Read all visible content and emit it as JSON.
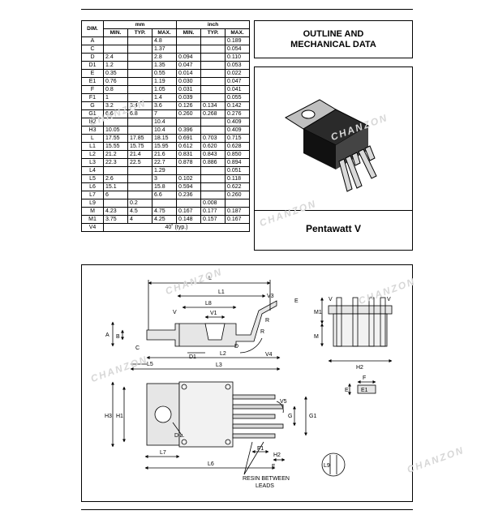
{
  "table": {
    "header": {
      "dim": "DIM.",
      "mm": "mm",
      "inch": "inch",
      "sub": [
        "MIN.",
        "TYP.",
        "MAX.",
        "MIN.",
        "TYP.",
        "MAX."
      ]
    },
    "rows": [
      [
        "A",
        "",
        "",
        "4.8",
        "",
        "",
        "0.189"
      ],
      [
        "C",
        "",
        "",
        "1.37",
        "",
        "",
        "0.054"
      ],
      [
        "D",
        "2.4",
        "",
        "2.8",
        "0.094",
        "",
        "0.110"
      ],
      [
        "D1",
        "1.2",
        "",
        "1.35",
        "0.047",
        "",
        "0.053"
      ],
      [
        "E",
        "0.35",
        "",
        "0.55",
        "0.014",
        "",
        "0.022"
      ],
      [
        "E1",
        "0.76",
        "",
        "1.19",
        "0.030",
        "",
        "0.047"
      ],
      [
        "F",
        "0.8",
        "",
        "1.05",
        "0.031",
        "",
        "0.041"
      ],
      [
        "F1",
        "1",
        "",
        "1.4",
        "0.039",
        "",
        "0.055"
      ],
      [
        "G",
        "3.2",
        "3.4",
        "3.6",
        "0.126",
        "0.134",
        "0.142"
      ],
      [
        "G1",
        "6.6",
        "6.8",
        "7",
        "0.260",
        "0.268",
        "0.276"
      ],
      [
        "H2",
        "",
        "",
        "10.4",
        "",
        "",
        "0.409"
      ],
      [
        "H3",
        "10.05",
        "",
        "10.4",
        "0.396",
        "",
        "0.409"
      ],
      [
        "L",
        "17.55",
        "17.85",
        "18.15",
        "0.691",
        "0.703",
        "0.715"
      ],
      [
        "L1",
        "15.55",
        "15.75",
        "15.95",
        "0.612",
        "0.620",
        "0.628"
      ],
      [
        "L2",
        "21.2",
        "21.4",
        "21.6",
        "0.831",
        "0.843",
        "0.850"
      ],
      [
        "L3",
        "22.3",
        "22.5",
        "22.7",
        "0.878",
        "0.886",
        "0.894"
      ],
      [
        "L4",
        "",
        "",
        "1.29",
        "",
        "",
        "0.051"
      ],
      [
        "L5",
        "2.6",
        "",
        "3",
        "0.102",
        "",
        "0.118"
      ],
      [
        "L6",
        "15.1",
        "",
        "15.8",
        "0.594",
        "",
        "0.622"
      ],
      [
        "L7",
        "6",
        "",
        "6.6",
        "0.236",
        "",
        "0.260"
      ],
      [
        "L9",
        "",
        "0.2",
        "",
        "",
        "0.008",
        ""
      ],
      [
        "M",
        "4.23",
        "4.5",
        "4.75",
        "0.167",
        "0.177",
        "0.187"
      ],
      [
        "M1",
        "3.75",
        "4",
        "4.25",
        "0.148",
        "0.157",
        "0.167"
      ]
    ],
    "v4": {
      "dim": "V4",
      "value": "40˚ (typ.)"
    }
  },
  "title": {
    "line1": "OUTLINE AND",
    "line2": "MECHANICAL DATA"
  },
  "package_name": "Pentawatt V",
  "drawing": {
    "resin_line1": "RESIN BETWEEN",
    "resin_line2": "LEADS",
    "dia_label": "Dia.",
    "labels": {
      "L": "L",
      "L1": "L1",
      "L8": "L8",
      "V": "V",
      "V1": "V1",
      "V3": "V3",
      "E": "E",
      "R": "R",
      "A": "A",
      "B": "B",
      "C": "C",
      "D": "D",
      "D1": "D1",
      "L2": "L2",
      "L3": "L3",
      "L5": "L5",
      "V4": "V4",
      "M": "M",
      "M1": "M1",
      "H2": "H2",
      "H3": "H3",
      "H1": "H1",
      "G": "G",
      "G1": "G1",
      "F": "F",
      "F1": "F1",
      "L6": "L6",
      "L7": "L7",
      "V5": "V5",
      "E1": "E1",
      "L9": "L9"
    }
  },
  "watermark": "CHANZON"
}
